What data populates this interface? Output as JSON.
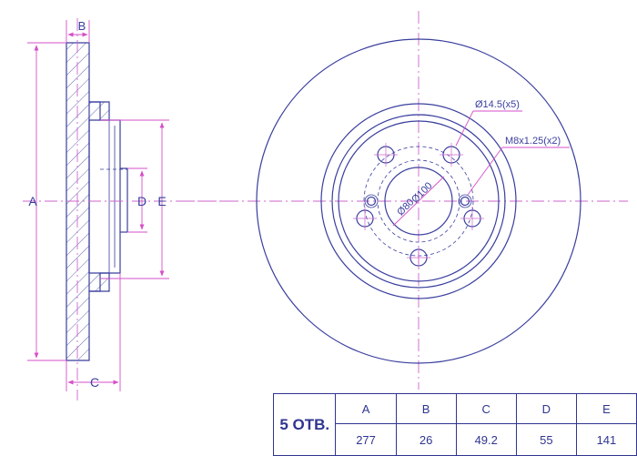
{
  "drawing": {
    "dimension_labels": {
      "a": "A",
      "b": "B",
      "c": "C",
      "d": "D",
      "e": "E"
    },
    "callouts": {
      "mount_hole": "Ø14.5(x5)",
      "thread": "M8x1.25(x2)",
      "pcd": "Ø100",
      "center_bore": "Ø80"
    }
  },
  "spec_table": {
    "holes_label": "5 ОТВ.",
    "columns": [
      "A",
      "B",
      "C",
      "D",
      "E"
    ],
    "values": [
      "277",
      "26",
      "49.2",
      "55",
      "141"
    ]
  }
}
